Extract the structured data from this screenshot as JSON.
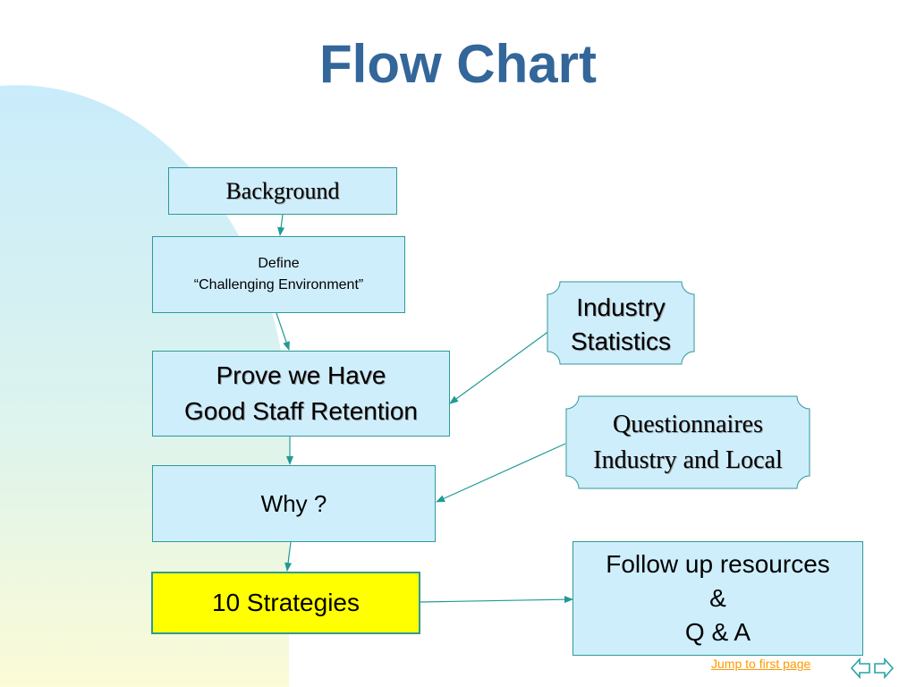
{
  "title": "Flow Chart",
  "flow": {
    "background": "Background",
    "define": "Define\n“Challenging Environment”",
    "prove": "Prove we Have\nGood Staff Retention",
    "why": "Why ?",
    "strategies": "10 Strategies",
    "industry_statistics": "Industry\nStatistics",
    "questionnaires": "Questionnaires\nIndustry and Local",
    "follow_up": "Follow up resources\n&\nQ & A"
  },
  "nav": {
    "jump_label": "Jump to first page"
  },
  "colors": {
    "title": "#336699",
    "box_fill": "#cfeefc",
    "box_border": "#2e9a96",
    "highlight_fill": "#ffff00",
    "connector": "#1f9a96",
    "link": "#ff9900"
  }
}
